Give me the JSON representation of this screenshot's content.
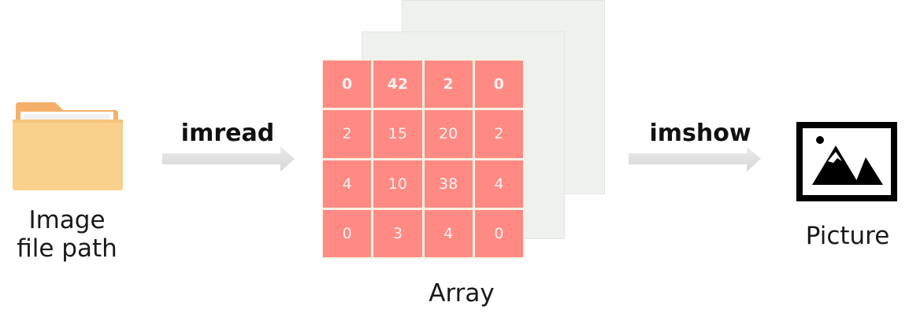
{
  "nodes": {
    "source": {
      "label_line1": "Image",
      "label_line2": "file path",
      "icon": "folder-icon"
    },
    "array": {
      "label": "Array"
    },
    "output": {
      "label": "Picture",
      "icon": "picture-icon"
    }
  },
  "edges": {
    "imread": {
      "label": "imread"
    },
    "imshow": {
      "label": "imshow"
    }
  },
  "array_values": [
    [
      "0",
      "42",
      "2",
      "0"
    ],
    [
      "2",
      "15",
      "20",
      "2"
    ],
    [
      "4",
      "10",
      "38",
      "4"
    ],
    [
      "0",
      "3",
      "4",
      "0"
    ]
  ],
  "colors": {
    "cell": "#ff8a84",
    "sheet": "#eef1ee",
    "folder": "#f9d18d",
    "arrow": "#e0e0e0"
  }
}
